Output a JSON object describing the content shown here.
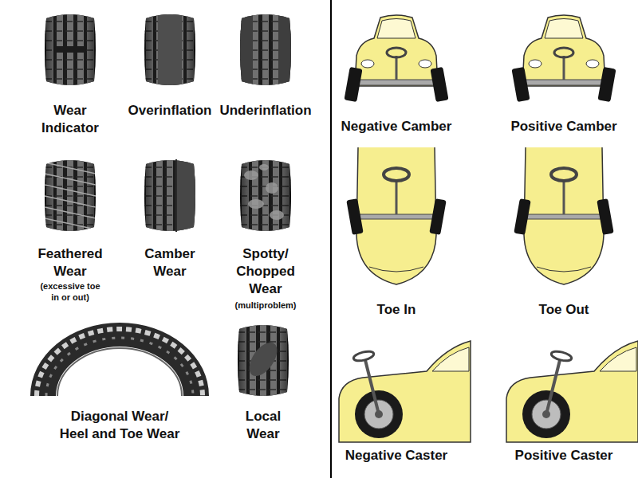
{
  "diagram": {
    "labels": [
      "Wear Indicator",
      "Overinflation",
      "Underinflation",
      "Feathered Wear",
      "(excessive toe in or out)",
      "Camber Wear",
      "Spotty/ Chopped Wear",
      "(multiproblem)",
      "Diagonal Wear/ Heel and Toe Wear",
      "Local Wear",
      "Negative Camber",
      "Positive Camber",
      "Toe In",
      "Toe Out",
      "Negative Caster",
      "Positive Caster"
    ]
  }
}
